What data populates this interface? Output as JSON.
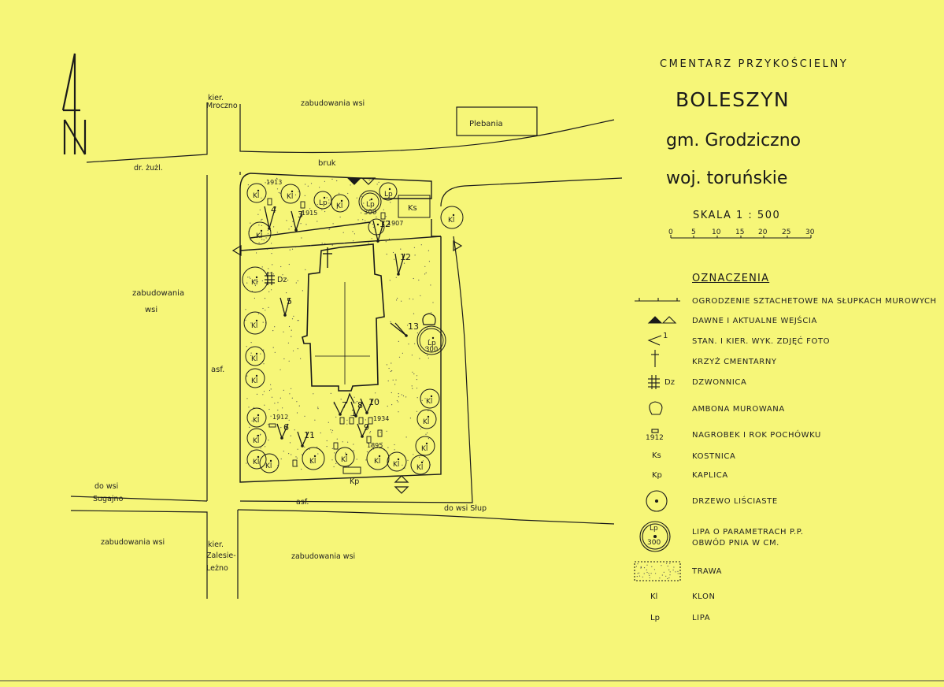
{
  "header": {
    "subtitle": "CMENTARZ PRZYKOŚCIELNY",
    "place": "BOLESZYN",
    "commune": "gm. Grodziczno",
    "voivodeship": "woj. toruńskie"
  },
  "scale": {
    "label": "SKALA 1 : 500",
    "ticks": [
      "0",
      "5",
      "10",
      "15",
      "20",
      "25",
      "30"
    ]
  },
  "map_labels": {
    "kier_mroczno_1": "kier.",
    "kier_mroczno_2": "Mroczno",
    "zabudowania_top": "zabudowania wsi",
    "plebania": "Plebania",
    "dr_zuzl": "dr. żużl.",
    "bruk": "bruk",
    "zabudowania_left_1": "zabudowania",
    "zabudowania_left_2": "wsi",
    "asf_left": "asf.",
    "do_wsi_sugajno_1": "do wsi",
    "do_wsi_sugajno_2": "Sugajno",
    "asf_bottom": "asf.",
    "do_wsi_slup": "do wsi Słup",
    "zabudowania_bottom_left": "zabudowania wsi",
    "kier_zalesie_1": "kier.",
    "kier_zalesie_2": "Zalesie-",
    "kier_zalesie_3": "Leżno",
    "zabudowania_bottom": "zabudowania wsi",
    "kp": "Kp",
    "ks": "Ks",
    "dz": "Dz"
  },
  "map_numbers": {
    "year_1913": "1913",
    "year_1915": "1915",
    "year_1907": "1907",
    "year_1912": "1912",
    "year_1934": "1934",
    "year_1895": "1895",
    "lp_300_a": "300",
    "lp_300_b": "300"
  },
  "photo_points": [
    "1",
    "2",
    "3",
    "4",
    "5",
    "6",
    "7",
    "8",
    "9",
    "10",
    "11",
    "12",
    "13"
  ],
  "tree_labels": {
    "klon": "Kl",
    "lipa": "Lp"
  },
  "legend": {
    "title": "OZNACZENIA",
    "items": {
      "fence": "OGRODZENIE SZTACHETOWE NA SŁUPKACH MUROWYCH",
      "entrances": "DAWNE I AKTUALNE WEJŚCIA",
      "photo": "STAN. I KIER. WYK. ZDJĘĆ FOTO",
      "cross": "KRZYŻ CMENTARNY",
      "belfry": "DZWONNICA",
      "pulpit": "AMBONA MUROWANA",
      "tomb": "NAGROBEK I ROK POCHÓWKU",
      "ossuary": "KOSTNICA",
      "chapel": "KAPLICA",
      "tree": "DRZEWO LIŚCIASTE",
      "linden_1": "LIPA O PARAMETRACH P.P.",
      "linden_2": "OBWÓD PNIA W CM.",
      "grass": "TRAWA",
      "maple": "KLON",
      "lime": "LIPA"
    },
    "symbols": {
      "photo_num": "1",
      "dz": "Dz",
      "tomb_year": "1912",
      "ks": "Ks",
      "kp": "Kp",
      "lp": "Lp",
      "lp_300": "300",
      "kl": "Kl",
      "lp_short": "Lp"
    }
  },
  "colors": {
    "paper": "#f6f678",
    "ink": "#1a1a1a"
  }
}
